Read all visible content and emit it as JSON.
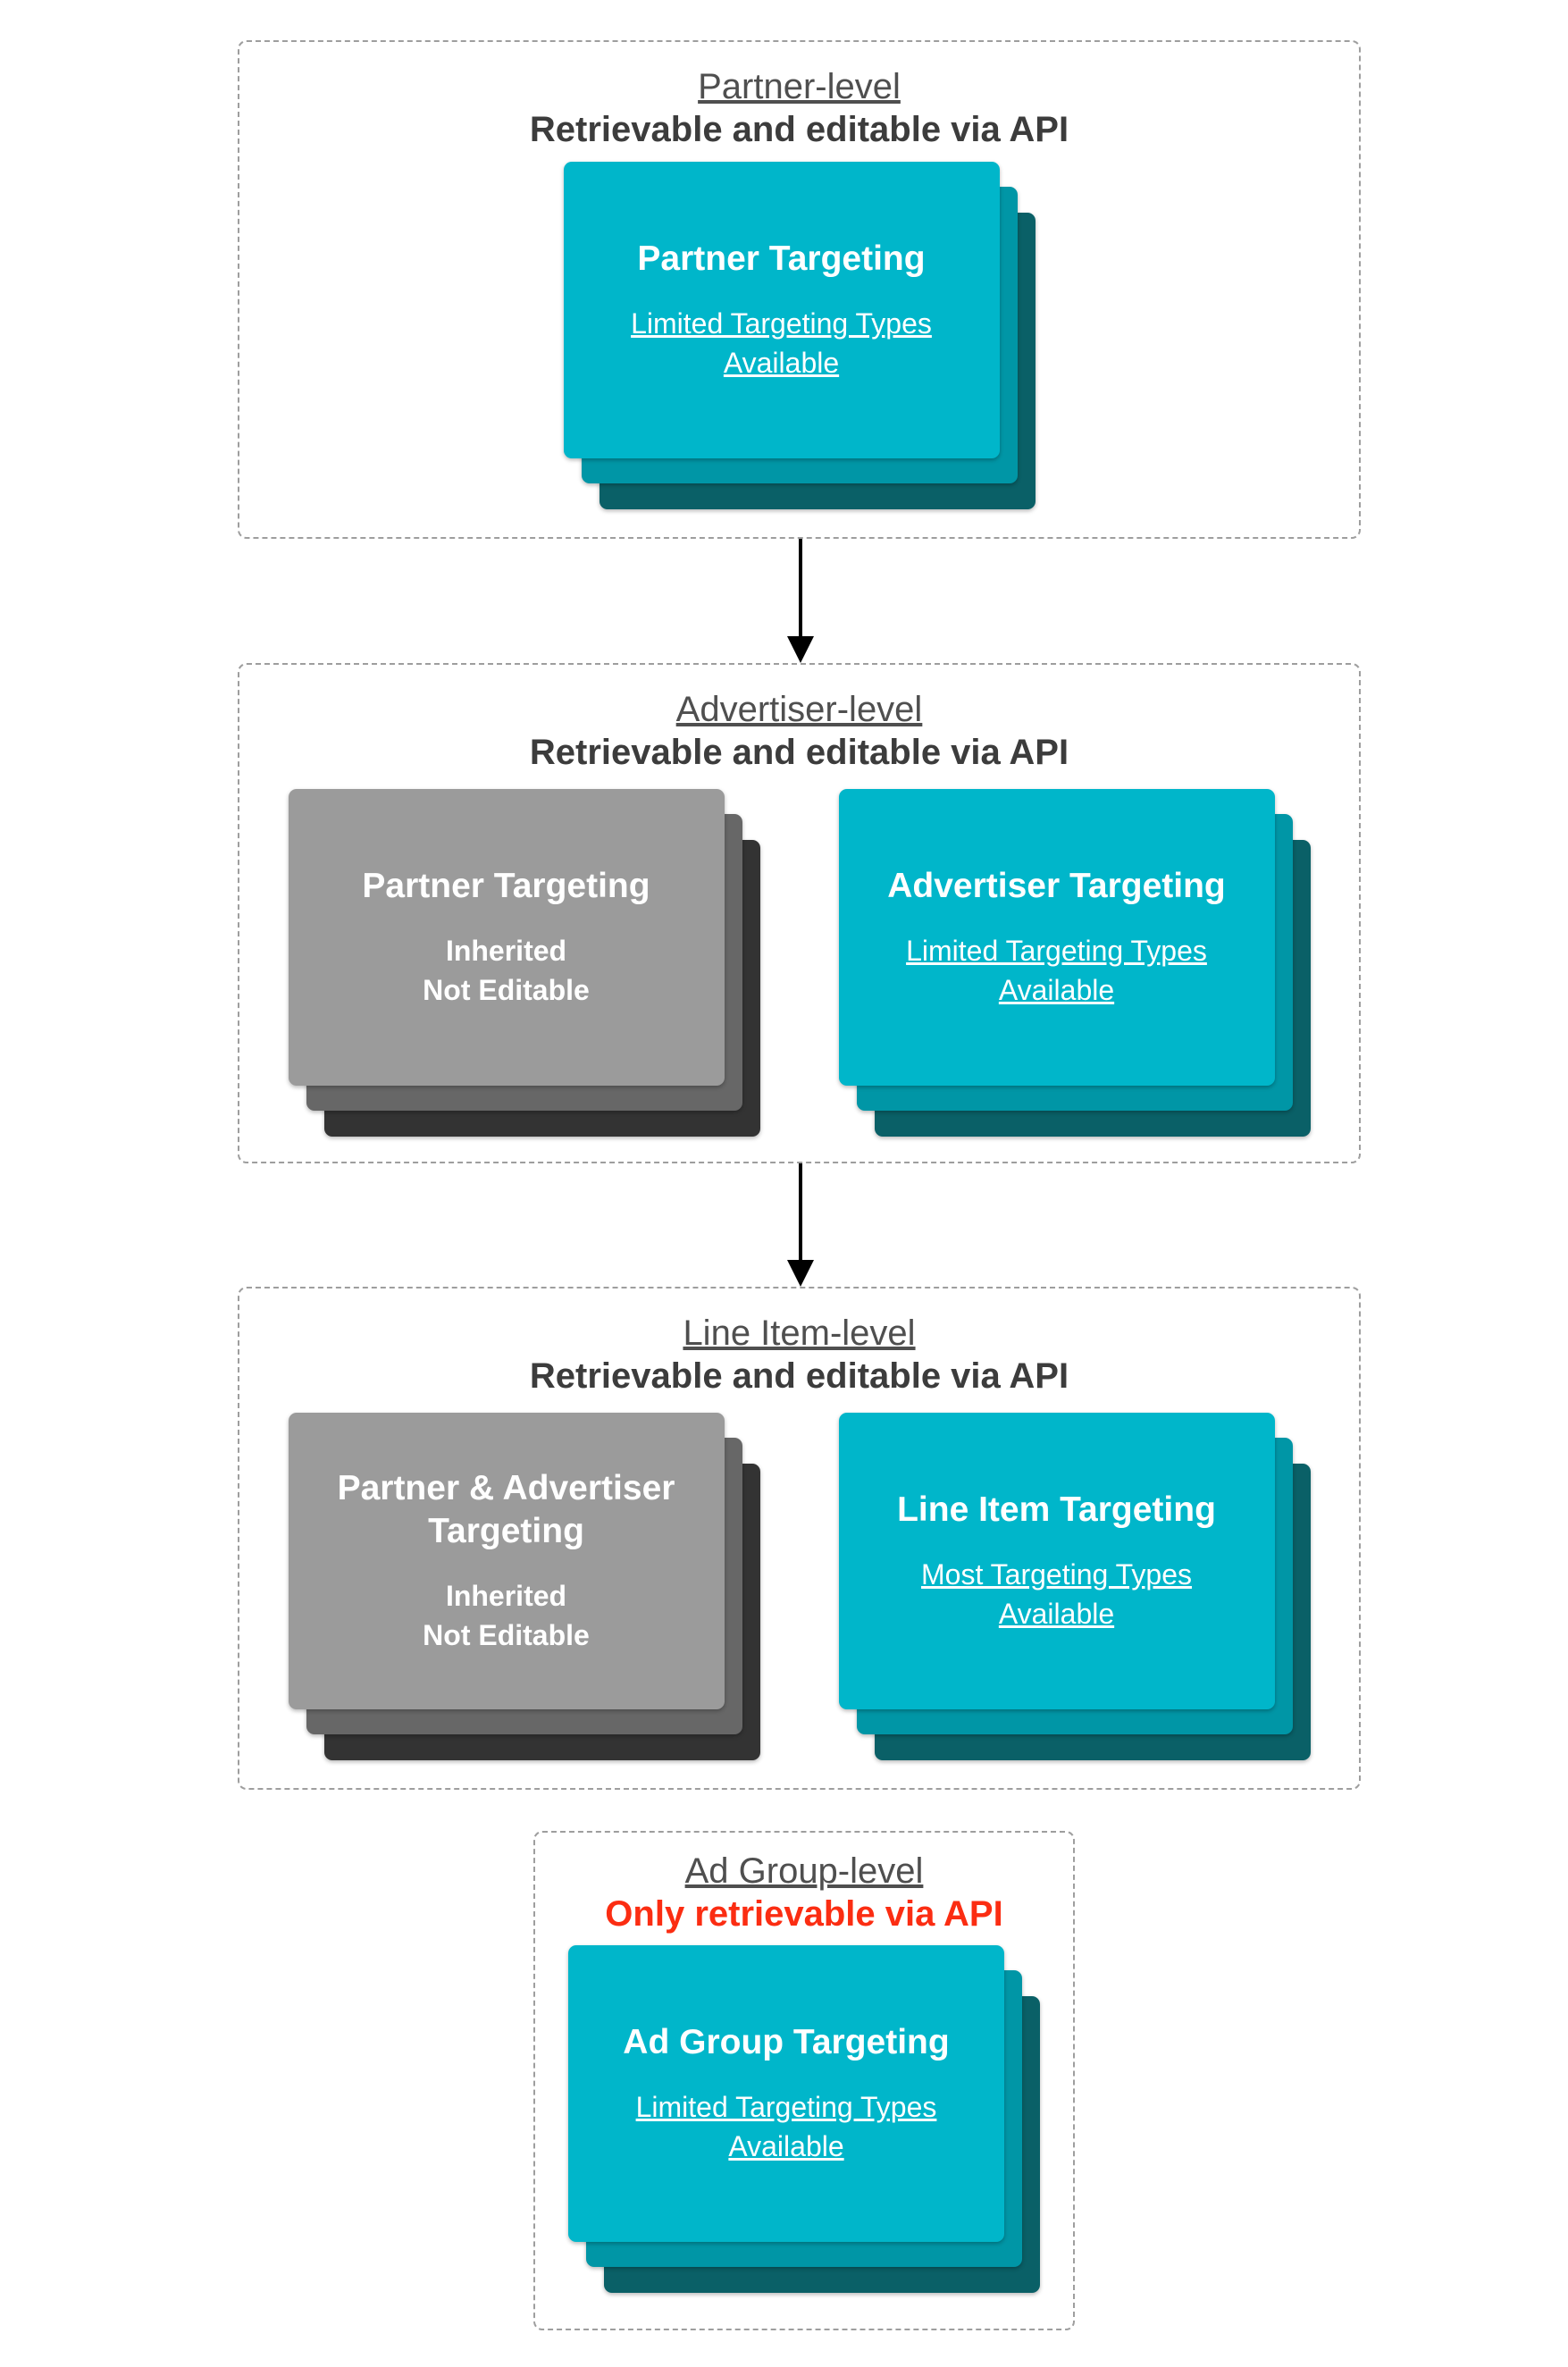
{
  "colors": {
    "cyan-front": "#00b6ca",
    "cyan-mid": "#0096a6",
    "cyan-back": "#0a6067",
    "gray-front": "#9b9b9b",
    "gray-mid": "#676767",
    "gray-back": "#333333",
    "heading": "#4f4f4f",
    "subtitle": "#3c3c3c",
    "red": "#fb2d12",
    "border": "#9e9e9e",
    "card-text": "#ffffff",
    "arrow": "#000000"
  },
  "icons": {
    "down_arrow_1": "down-arrow",
    "down_arrow_2": "down-arrow"
  },
  "sections": [
    {
      "id": "partner-level",
      "title": "Partner-level",
      "subtitle": "Retrievable and editable via API",
      "subtitle_style": "dark-bold",
      "cards": [
        {
          "variant": "cyan",
          "title": "Partner Targeting",
          "body_lines": [
            "Limited Targeting Types",
            "Available"
          ],
          "body_underlined": true,
          "body_bold": false
        }
      ]
    },
    {
      "id": "advertiser-level",
      "title": "Advertiser-level",
      "subtitle": "Retrievable and editable via API",
      "subtitle_style": "dark-bold",
      "cards": [
        {
          "variant": "gray",
          "title": "Partner Targeting",
          "body_lines": [
            "Inherited",
            "Not Editable"
          ],
          "body_underlined": false,
          "body_bold": true
        },
        {
          "variant": "cyan",
          "title": "Advertiser Targeting",
          "body_lines": [
            "Limited Targeting Types",
            "Available"
          ],
          "body_underlined": true,
          "body_bold": false
        }
      ]
    },
    {
      "id": "line-item-level",
      "title": "Line Item-level",
      "subtitle": "Retrievable and editable via API",
      "subtitle_style": "dark-bold",
      "cards": [
        {
          "variant": "gray",
          "title": "Partner & Advertiser Targeting",
          "body_lines": [
            "Inherited",
            "Not Editable"
          ],
          "body_underlined": false,
          "body_bold": true
        },
        {
          "variant": "cyan",
          "title": "Line Item Targeting",
          "body_lines": [
            "Most Targeting Types",
            "Available"
          ],
          "body_underlined": true,
          "body_bold": false
        }
      ]
    },
    {
      "id": "ad-group-level",
      "title": "Ad Group-level",
      "subtitle": "Only retrievable via API",
      "subtitle_style": "red-bold",
      "cards": [
        {
          "variant": "cyan",
          "title": "Ad Group Targeting",
          "body_lines": [
            "Limited Targeting Types",
            "Available"
          ],
          "body_underlined": true,
          "body_bold": false
        }
      ]
    }
  ]
}
